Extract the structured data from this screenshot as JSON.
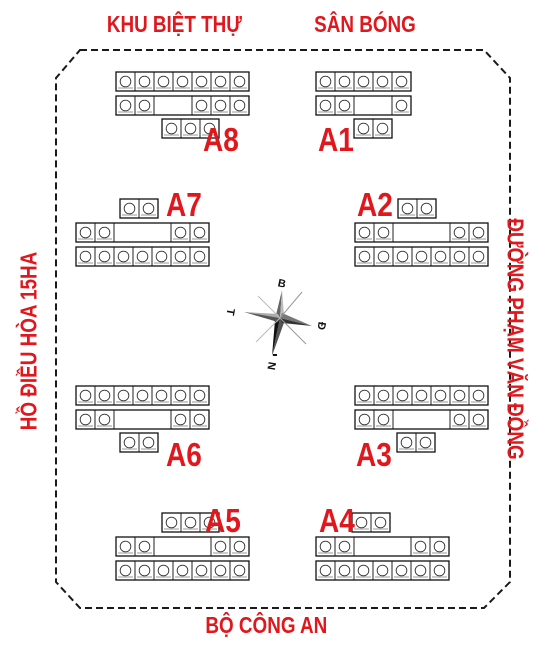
{
  "labels": {
    "top_left": "KHU BIỆT THỰ",
    "top_right": "SÂN BÓNG",
    "bottom": "BỘ CÔNG AN",
    "left": "HỒ ĐIỀU HÒA 15HA",
    "right": "ĐƯỜNG PHẠM VĂN ĐỒNG"
  },
  "buildings": [
    "A1",
    "A2",
    "A3",
    "A4",
    "A5",
    "A6",
    "A7",
    "A8"
  ],
  "compass": {
    "north": "B",
    "south": "N",
    "east": "Đ",
    "west": "T"
  },
  "colors": {
    "accent": "#e0171d",
    "line": "#1a1a1a"
  }
}
